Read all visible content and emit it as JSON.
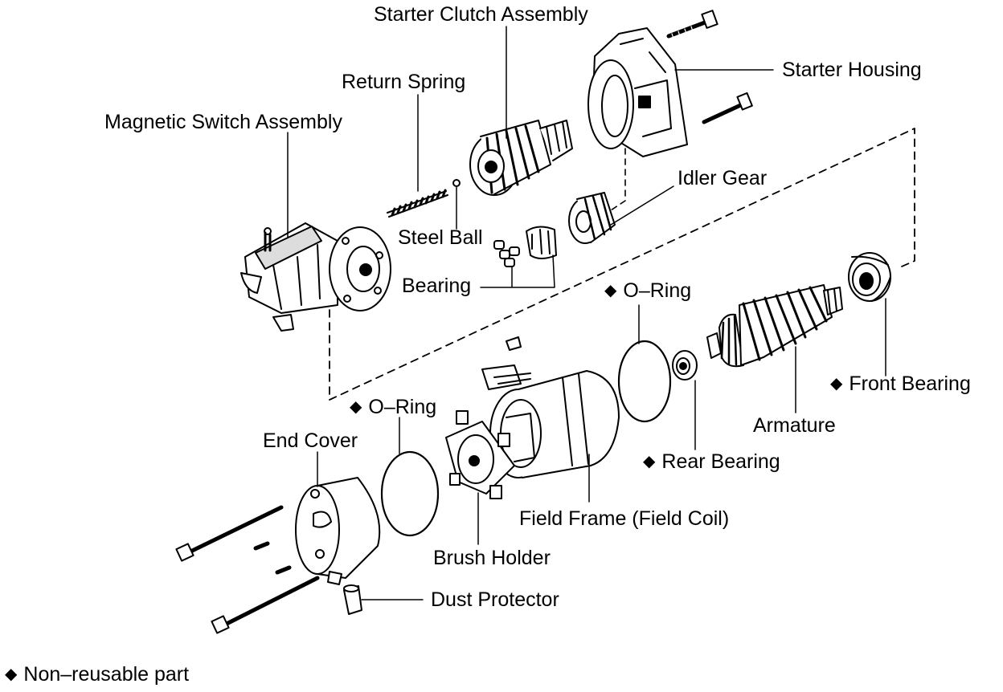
{
  "labels": {
    "starter_clutch": "Starter Clutch Assembly",
    "return_spring": "Return Spring",
    "magnetic_switch": "Magnetic Switch Assembly",
    "starter_housing": "Starter Housing",
    "idler_gear": "Idler Gear",
    "steel_ball": "Steel Ball",
    "bearing": "Bearing",
    "oring_upper": "O–Ring",
    "front_bearing": "Front Bearing",
    "armature": "Armature",
    "rear_bearing": "Rear Bearing",
    "oring_lower": "O–Ring",
    "end_cover": "End Cover",
    "field_frame": "Field Frame (Field Coil)",
    "brush_holder": "Brush Holder",
    "dust_protector": "Dust Protector",
    "legend": "Non–reusable part"
  },
  "symbols": {
    "non_reusable": "◆"
  }
}
